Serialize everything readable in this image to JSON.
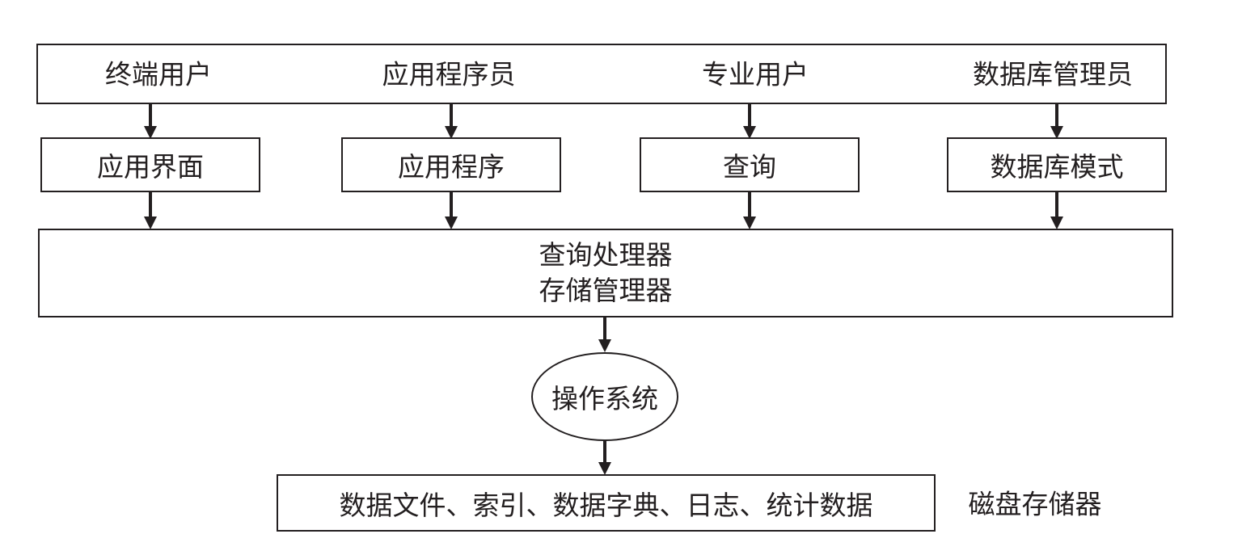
{
  "users_row": {
    "items": [
      {
        "label": "终端用户"
      },
      {
        "label": "应用程序员"
      },
      {
        "label": "专业用户"
      },
      {
        "label": "数据库管理员"
      }
    ]
  },
  "interfaces_row": {
    "items": [
      {
        "label": "应用界面"
      },
      {
        "label": "应用程序"
      },
      {
        "label": "查询"
      },
      {
        "label": "数据库模式"
      }
    ]
  },
  "processor_box": {
    "line1": "查询处理器",
    "line2": "存储管理器"
  },
  "os_node": {
    "label": "操作系统"
  },
  "storage_box": {
    "label": "数据文件、索引、数据字典、日志、统计数据"
  },
  "storage_caption": "磁盘存储器",
  "colors": {
    "stroke": "#231f20",
    "background": "#ffffff"
  }
}
